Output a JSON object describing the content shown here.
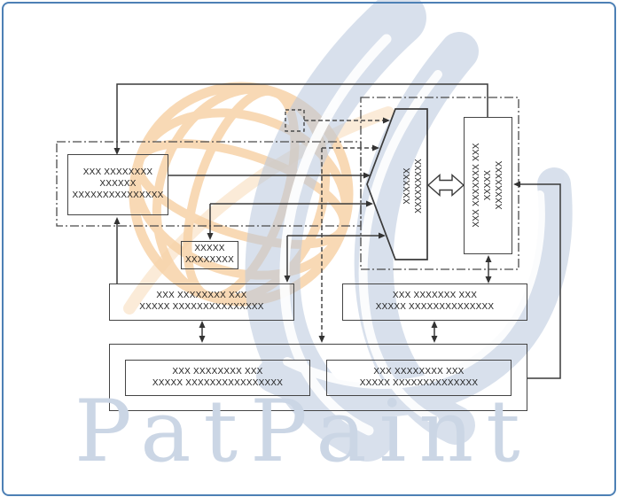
{
  "watermark": {
    "text": "PatPaint"
  },
  "diagram": {
    "box_left": "XXX XXXXXXXX\nXXXXXX\nXXXXXXXXXXXXXXX",
    "box_small": "XXXXX\nXXXXXXXX",
    "box_selector": "XXXXXX\nXXXXXXXXX",
    "box_right_vertical": "XXX XXXXXXX  XXX\nXXXXX\nXXXXXXXX",
    "box_mid_left": "XXX XXXXXXXX  XXX\nXXXXX XXXXXXXXXXXXXXX",
    "box_mid_right": "XXX XXXXXXX  XXX\nXXXXX XXXXXXXXXXXXXX",
    "box_bottom_left": "XXX XXXXXXXX  XXX\nXXXXX XXXXXXXXXXXXXXXX",
    "box_bottom_right": "XXX XXXXXXXX  XXX\nXXXXX XXXXXXXXXXXXXX"
  },
  "colors": {
    "frame_border": "#4d80b5",
    "diagram_line": "#3a3a3a",
    "logo_orange": "#f7d3a9",
    "logo_blue": "#b9c8dd",
    "watermark_text": "#cbd6e5"
  }
}
